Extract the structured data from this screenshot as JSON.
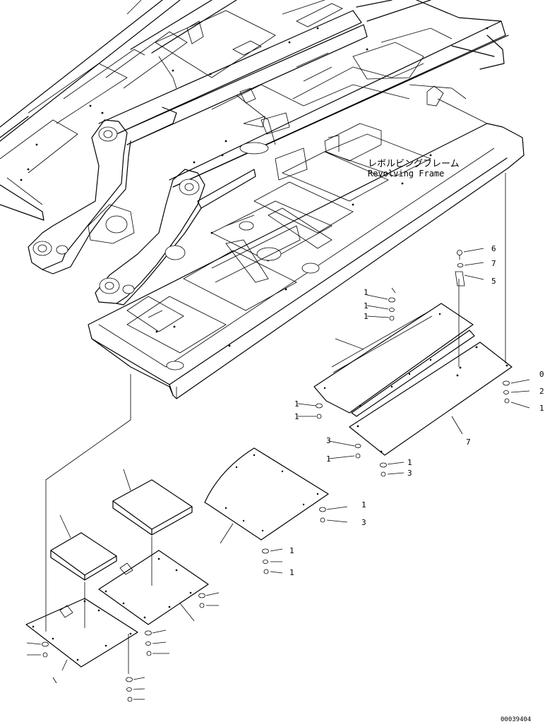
{
  "frame_label": {
    "jp": "レボルビングフレーム",
    "en": "Revolving Frame"
  },
  "drawing_number": "00039404",
  "callouts": [
    {
      "id": "c-6",
      "text": "6"
    },
    {
      "id": "c-7",
      "text": "7"
    },
    {
      "id": "c-5",
      "text": "5"
    },
    {
      "id": "c-1a",
      "text": "1"
    },
    {
      "id": "c-1b",
      "text": "1"
    },
    {
      "id": "c-1c",
      "text": "1"
    },
    {
      "id": "c-0",
      "text": "0"
    },
    {
      "id": "c-2",
      "text": "2"
    },
    {
      "id": "c-1d",
      "text": "1"
    },
    {
      "id": "c-1e",
      "text": "1"
    },
    {
      "id": "c-1f",
      "text": "1"
    },
    {
      "id": "c-7b",
      "text": "7"
    },
    {
      "id": "c-3a",
      "text": "3"
    },
    {
      "id": "c-1g",
      "text": "1"
    },
    {
      "id": "c-1h",
      "text": "1"
    },
    {
      "id": "c-3b",
      "text": "3"
    },
    {
      "id": "c-1i",
      "text": "1"
    },
    {
      "id": "c-3c",
      "text": "3"
    },
    {
      "id": "c-1j",
      "text": "1"
    },
    {
      "id": "c-1k",
      "text": "1"
    }
  ]
}
